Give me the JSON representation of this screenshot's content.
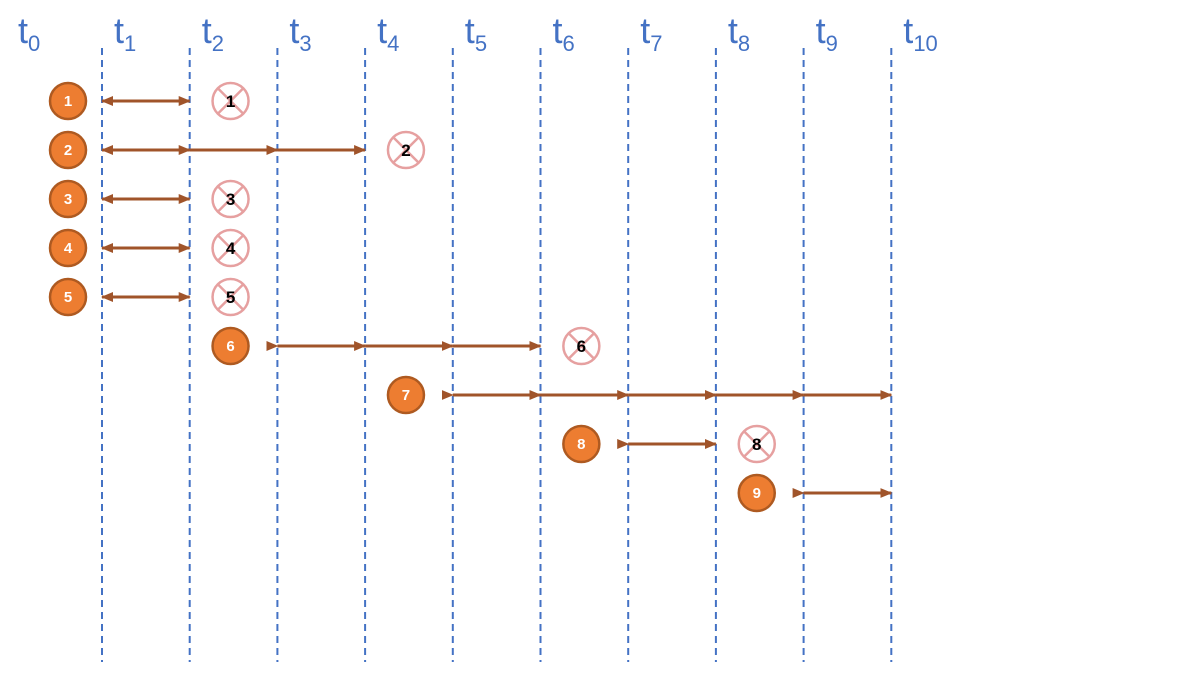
{
  "colors": {
    "timeline": "#4472c4",
    "node_fill": "#ed7d31",
    "node_stroke": "#ae5a21",
    "node_text": "#ffffff",
    "arrow": "#a0542a",
    "killed_stroke": "#e6a0a0",
    "killed_text": "#000000"
  },
  "time_base": "t",
  "timepoints": [
    "0",
    "1",
    "2",
    "3",
    "4",
    "5",
    "6",
    "7",
    "8",
    "9",
    "10"
  ],
  "tasks": [
    {
      "id": "1",
      "label": "1",
      "start": 0,
      "end": 2
    },
    {
      "id": "2",
      "label": "2",
      "start": 0,
      "end": 4
    },
    {
      "id": "3",
      "label": "3",
      "start": 0,
      "end": 2
    },
    {
      "id": "4",
      "label": "4",
      "start": 0,
      "end": 2
    },
    {
      "id": "5",
      "label": "5",
      "start": 0,
      "end": 2
    },
    {
      "id": "6",
      "label": "6",
      "start": 2,
      "end": 6
    },
    {
      "id": "7",
      "label": "7",
      "start": 4,
      "end": 10
    },
    {
      "id": "8",
      "label": "8",
      "start": 6,
      "end": 8
    },
    {
      "id": "9",
      "label": "9",
      "start": 8,
      "end": 10
    }
  ],
  "killed": [
    {
      "label": "1",
      "at": 2,
      "row": 0
    },
    {
      "label": "2",
      "at": 4,
      "row": 1
    },
    {
      "label": "3",
      "at": 2,
      "row": 2
    },
    {
      "label": "4",
      "at": 2,
      "row": 3
    },
    {
      "label": "5",
      "at": 2,
      "row": 4
    },
    {
      "label": "6",
      "at": 6,
      "row": 5
    },
    {
      "label": "8",
      "at": 8,
      "row": 7
    }
  ]
}
